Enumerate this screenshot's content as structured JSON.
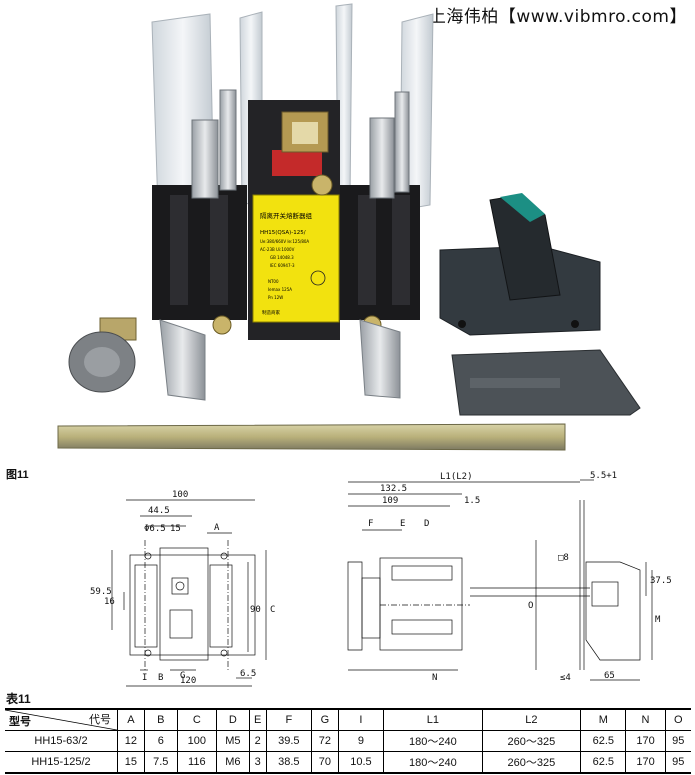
{
  "watermark": "上海伟柏【www.vibmro.com】",
  "label_plate": {
    "title": "隔离开关熔断器组",
    "model": "HH15(QSA)-125/",
    "line1": "Ue:380/660V  Ie:125/80A",
    "line2": "AC-23B   Ui:1000V",
    "line3": "GB 14048.3",
    "line4": "IEC 60947-3",
    "line5": "NT00",
    "line6": "Iemax   125A",
    "line7": "Pn  12W",
    "maker": "制造商家"
  },
  "figure_caption": "图11",
  "table_caption": "表11",
  "front_view": {
    "dim_100": "100",
    "dim_44_5": "44.5",
    "dim_phi6_5": "Φ6.5",
    "dim_15": "15",
    "dim_A": "A",
    "dim_59_5": "59.5",
    "dim_16": "16",
    "dim_90": "90",
    "dim_C": "C",
    "dim_I": "I",
    "dim_B": "B",
    "dim_G": "G",
    "dim_6_5": "6.5",
    "dim_120": "120"
  },
  "side_view": {
    "dim_L1L2": "L1(L2)",
    "dim_5_5_1": "5.5+1",
    "dim_132_5": "132.5",
    "dim_109": "109",
    "dim_1_5": "1.5",
    "dim_F": "F",
    "dim_E": "E",
    "dim_D": "D",
    "dim_sq8": "□8",
    "dim_37_5": "37.5",
    "dim_O": "O",
    "dim_M": "M",
    "dim_N": "N",
    "dim_le4": "≤4",
    "dim_65": "65"
  },
  "table": {
    "header_model": "型号",
    "header_code": "代号",
    "columns": [
      "A",
      "B",
      "C",
      "D",
      "E",
      "F",
      "G",
      "I",
      "L1",
      "L2",
      "M",
      "N",
      "O"
    ],
    "rows": [
      {
        "model": "HH15-63/2",
        "values": [
          "12",
          "6",
          "100",
          "M5",
          "2",
          "39.5",
          "72",
          "9",
          "180～240",
          "260～325",
          "62.5",
          "170",
          "95"
        ]
      },
      {
        "model": "HH15-125/2",
        "values": [
          "15",
          "7.5",
          "116",
          "M6",
          "3",
          "38.5",
          "70",
          "10.5",
          "180～240",
          "260～325",
          "62.5",
          "170",
          "95"
        ]
      }
    ]
  }
}
